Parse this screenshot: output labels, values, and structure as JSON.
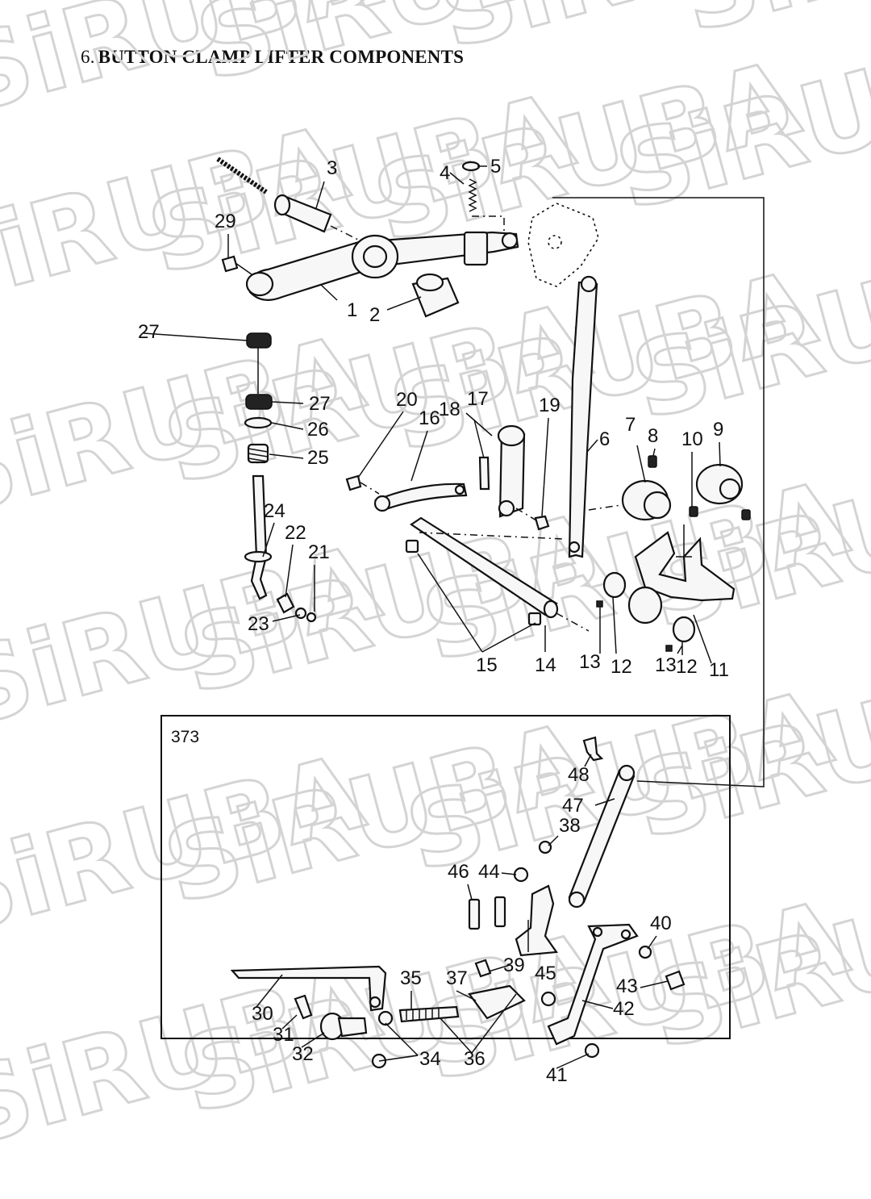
{
  "heading": {
    "number": "6.",
    "text": "BUTTON CLAMP LIFTER COMPONENTS"
  },
  "watermark": {
    "text": "SiRUBA",
    "color": "#d4d4d4"
  },
  "inset": {
    "label": "373"
  },
  "part_numbers": [
    "1",
    "2",
    "3",
    "4",
    "5",
    "6",
    "7",
    "8",
    "9",
    "10",
    "11",
    "12",
    "12",
    "13",
    "13",
    "14",
    "15",
    "16",
    "17",
    "18",
    "19",
    "20",
    "21",
    "22",
    "23",
    "24",
    "25",
    "26",
    "27",
    "27",
    "29",
    "30",
    "31",
    "32",
    "34",
    "35",
    "36",
    "37",
    "38",
    "39",
    "40",
    "41",
    "42",
    "43",
    "44",
    "45",
    "46",
    "47",
    "48"
  ]
}
